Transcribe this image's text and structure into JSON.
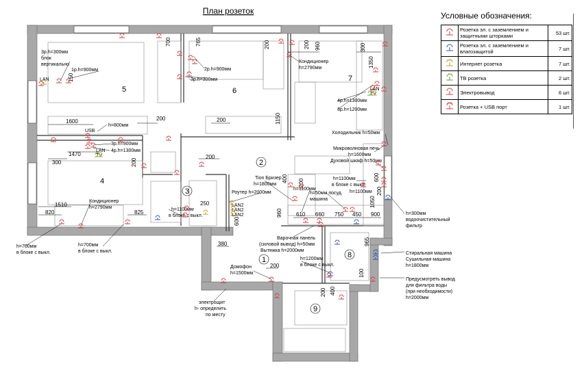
{
  "title": "План розеток",
  "legend": {
    "title": "Условные обозначения:",
    "items": [
      {
        "symbol": "socket-ground-shutter-icon",
        "color": "#d43b3b",
        "label": "Розетка эл. с заземлением и защитными шторками",
        "count": "53 шт."
      },
      {
        "symbol": "socket-waterproof-icon",
        "color": "#2c55b8",
        "label": "Розетка эл. с заземлением и влагозащитой",
        "count": "7 шт."
      },
      {
        "symbol": "internet-socket-icon",
        "color": "#c2a12e",
        "label": "Интернет розетка",
        "count": "7 шт.",
        "glyph": "LAN"
      },
      {
        "symbol": "tv-socket-icon",
        "color": "#6aa33a",
        "label": " ТВ розетка",
        "count": "2 шт.",
        "glyph": "TV"
      },
      {
        "symbol": "power-outlet-icon",
        "color": "#d43b3b",
        "label": "Электровывод",
        "count": "6 шт."
      },
      {
        "symbol": "socket-usb-icon",
        "color": "#d43b3b",
        "label": "Розетка + USB порт",
        "count": "1 шт.",
        "glyph": "USB"
      }
    ]
  },
  "rooms": [
    "1",
    "2",
    "3",
    "4",
    "5",
    "6",
    "7",
    "8",
    "9"
  ],
  "notes": {
    "n_3r_300_block": "3р.h=300мм",
    "n_block_vertical_1": "блок",
    "n_block_vertical_2": "вертикально",
    "n_1r_900": "1р.h=900мм",
    "n_2r_900": "2р.h=900мм",
    "n_3r_300": "3р.h=300мм",
    "n_cond_6_1": "Кондиционер",
    "n_cond_6_2": "h=2790мм",
    "n_4r_1300_7": "4р.h=1300мм",
    "n_3r_1200_7": "3р.h=1200мм",
    "n_usb_800": "h=800мм",
    "n_3r_900": "3р.h=900мм",
    "n_4r_1300": "4р.h=1300мм",
    "n_fridge": "Холодильник h=50мм",
    "n_micro_1": "Микроволновая печь",
    "n_micro_2": "h=1600мм",
    "n_oven": "Духовой шкаф h=50мм",
    "n_tion_1": "Tion Бризер",
    "n_tion_2": "h=1800мм",
    "n_router": "Роутер h=2000мм",
    "n_1100_block_k_1": "h=1100мм",
    "n_1100_block_k_2": "в блоке с выкл.",
    "n_dish_1": "h=50мм посуд.",
    "n_dish_2": "машина",
    "n_1100_kitchen": "h=1100мм",
    "n_1100_kitchen_b": "h=1100мм",
    "n_cond_4_1": "Кондиционер",
    "n_cond_4_2": "h=2790мм",
    "n_1100_block_3_1": "h=1100мм",
    "n_1100_block_3_2": "в блоке с выкл.",
    "n_filter_1": "h=300мм",
    "n_filter_2": "водоочистительный",
    "n_filter_3": "фильтр",
    "n_hob_1": "Варочная панель",
    "n_hob_2": "(силовой вывод) h=50мм",
    "n_hob_3": "Вытяжка h=2000мм",
    "n_700_l_1": "h=700мм",
    "n_700_l_2": "в блоке с выкл.",
    "n_700_r_1": "h=700мм",
    "n_700_r_2": "в блоке с выкл.",
    "n_intercom_1": "Домофон",
    "n_intercom_2": "h=1500мм",
    "n_1200_block_1": "h=1200мм",
    "n_1200_block_2": "в блоке с выкл.",
    "n_washer_1": "Стиральная машина",
    "n_washer_2": "Сушильная машина",
    "n_washer_3": "h=1800мм",
    "n_water_1": "Предусмотреть вывод",
    "n_water_2": "для фильтра воды",
    "n_water_3": "(при необходимости)",
    "n_water_4": "h=2000мм",
    "n_shield_1": "электрощит",
    "n_shield_2": "h- определить",
    "n_shield_3": "по месту",
    "lan2_a": "LAN2",
    "lan2_b": "LAN2",
    "lan2_c": "LAN2",
    "lan_5": "LAN",
    "lan_7a": "LAN",
    "lan_7b": "TV",
    "lan_4a": "LAN",
    "lan_4b": "TV",
    "usb_tag": "USB"
  },
  "dims": {
    "d700": "700",
    "d765": "765",
    "d200_6": "200",
    "d200_6b": "200",
    "d960": "960",
    "d300_7": "300",
    "d1350": "1350",
    "d150": "150",
    "d1600": "1600",
    "d200_5": "200",
    "d200_6c": "200",
    "d1150": "1150",
    "d300_4": "300",
    "d1470": "1470",
    "d200_4": "200",
    "d200_2": "200",
    "d400_k": "400",
    "d200_k": "200",
    "d600_k": "600",
    "d1050": "1050",
    "d200_kb": "200",
    "d960_k": "960",
    "d610": "610",
    "d660": "660",
    "d750": "750",
    "d450": "450",
    "d900": "900",
    "d1510": "1510",
    "d820": "820",
    "d825": "825",
    "d250": "250",
    "d600_3": "600",
    "d380": "380",
    "d200_1": "200",
    "d965": "965",
    "d100": "100",
    "d400_9": "400",
    "d200_9": "200"
  },
  "colors": {
    "wall": "#a8a8a8",
    "socket": "#d43b3b",
    "waterproof": "#2c55b8",
    "lan": "#c2a12e",
    "tv": "#6aa33a"
  }
}
